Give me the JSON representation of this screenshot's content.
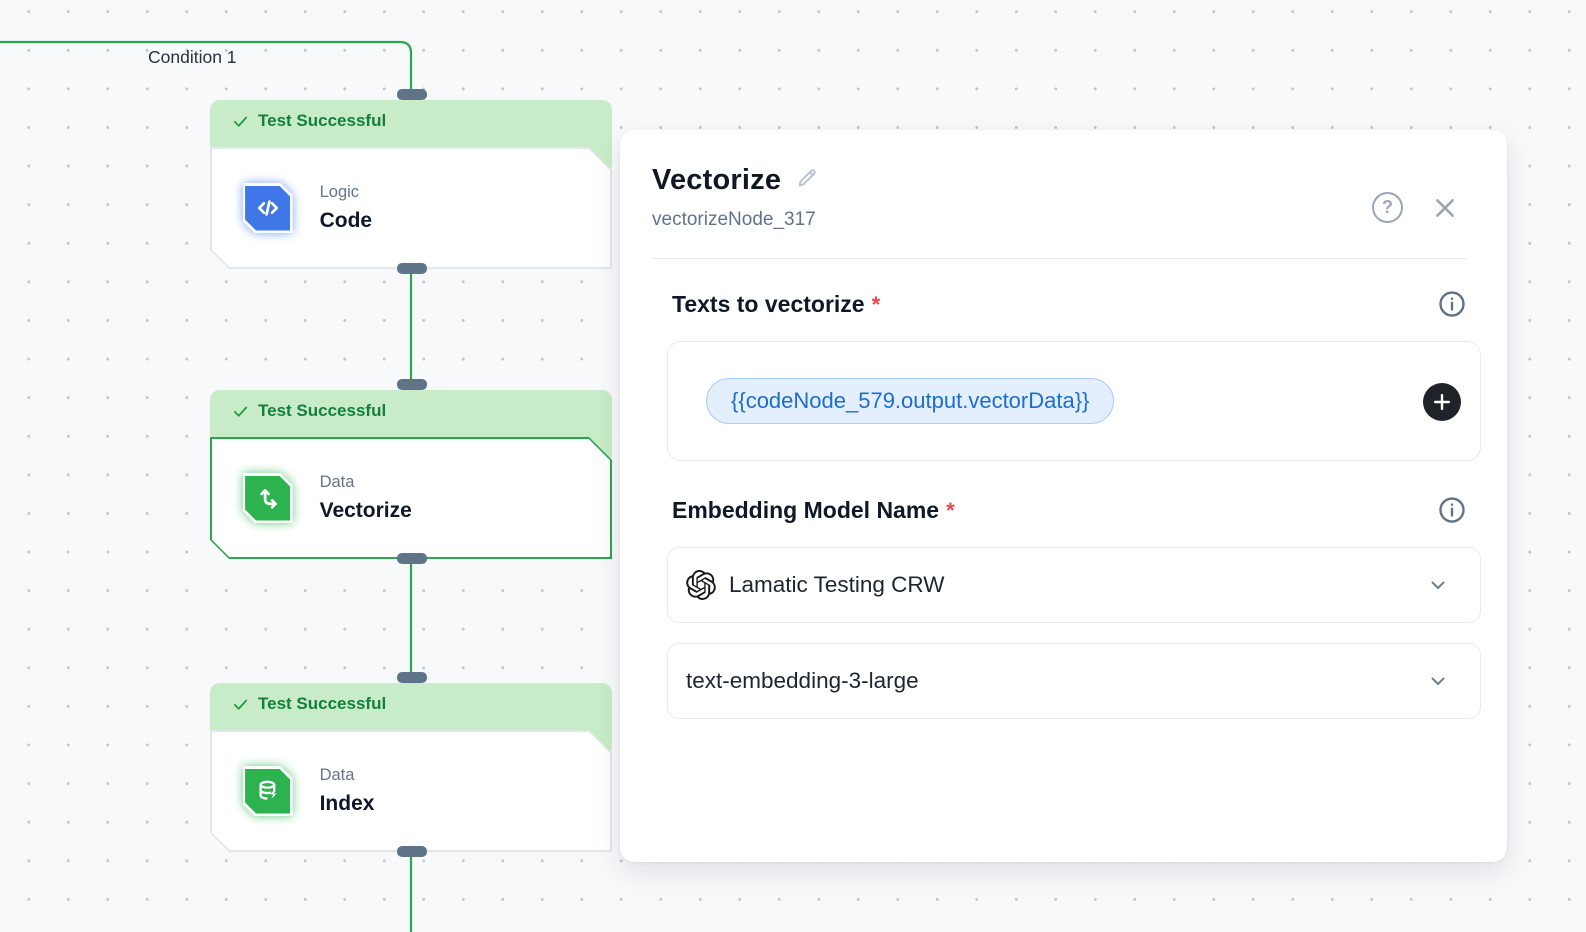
{
  "colors": {
    "canvas_bg": "#f8f9fb",
    "accent_green": "#2aa64d",
    "banner_bg": "#c7ecc7",
    "banner_text": "#15803d",
    "node_blue": "#3f76e8",
    "node_green": "#2cb350",
    "handle_slate": "#5f7389",
    "pill_bg": "#e3effd",
    "pill_border": "#a9cdf8",
    "pill_text": "#1b6ed0",
    "required_red": "#ef4444"
  },
  "canvas": {
    "condition_label": "Condition 1",
    "nodes": [
      {
        "status": "Test Successful",
        "category": "Logic",
        "name": "Code",
        "icon": "code-icon",
        "selected": false
      },
      {
        "status": "Test Successful",
        "category": "Data",
        "name": "Vectorize",
        "icon": "vectorize-icon",
        "selected": true
      },
      {
        "status": "Test Successful",
        "category": "Data",
        "name": "Index",
        "icon": "index-icon",
        "selected": false
      }
    ]
  },
  "panel": {
    "title": "Vectorize",
    "node_id": "vectorizeNode_317",
    "help_glyph": "?",
    "required_marker": "*",
    "texts_section": {
      "label": "Texts to vectorize",
      "pill_value": "{{codeNode_579.output.vectorData}}"
    },
    "embedding_section": {
      "label": "Embedding Model Name",
      "credential_value": "Lamatic Testing CRW",
      "credential_provider": "openai-logo-icon",
      "model_value": "text-embedding-3-large"
    }
  }
}
